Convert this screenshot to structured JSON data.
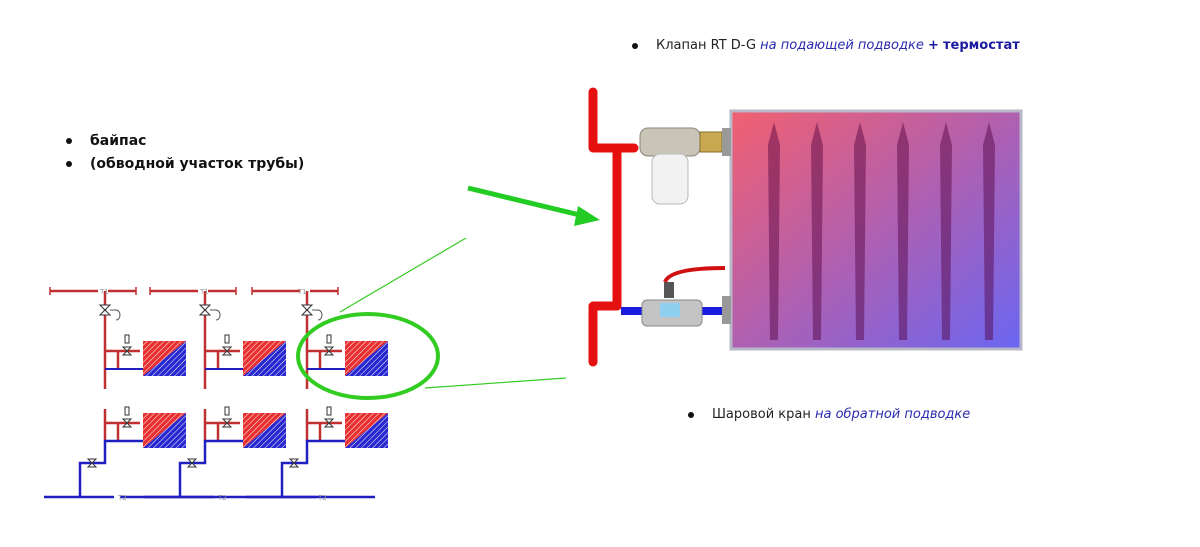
{
  "labels": {
    "top_right": {
      "plain": "Клапан RT D-G",
      "italic": "на подающей подводке",
      "plus": "+",
      "bold": "термостат"
    },
    "bottom_right": {
      "plain": "Шаровой кран",
      "italic": "на обратной подводке"
    },
    "left": [
      "байпас",
      "(обводной участок трубы)"
    ]
  },
  "schematic": {
    "supply_label": "T1",
    "return_label": "T2"
  },
  "colors": {
    "supply": "#e02020",
    "return": "#2020c0",
    "highlight": "#33cc22"
  }
}
